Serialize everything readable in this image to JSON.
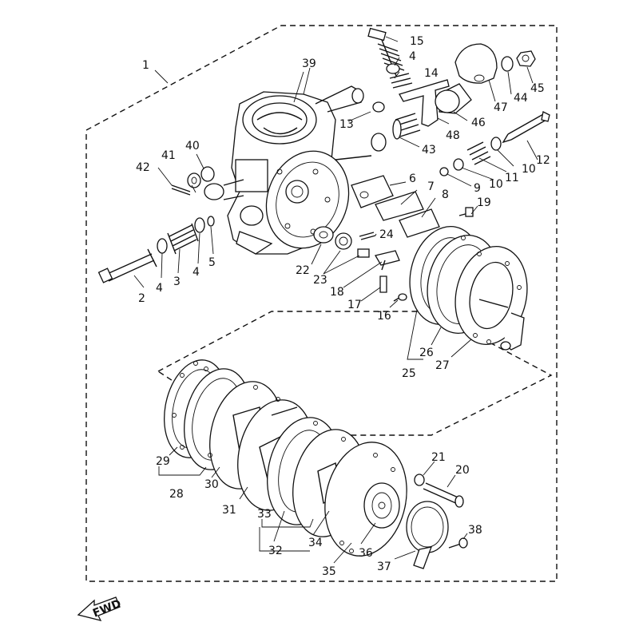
{
  "fwd_label": "FWD",
  "callouts": [
    "1",
    "2",
    "3",
    "4",
    "4",
    "4",
    "5",
    "6",
    "7",
    "8",
    "9",
    "10",
    "10",
    "11",
    "12",
    "13",
    "14",
    "15",
    "16",
    "17",
    "18",
    "19",
    "20",
    "21",
    "22",
    "23",
    "24",
    "25",
    "26",
    "27",
    "28",
    "29",
    "30",
    "31",
    "32",
    "33",
    "34",
    "35",
    "36",
    "37",
    "38",
    "39",
    "40",
    "41",
    "42",
    "43",
    "44",
    "45",
    "46",
    "47",
    "48"
  ]
}
